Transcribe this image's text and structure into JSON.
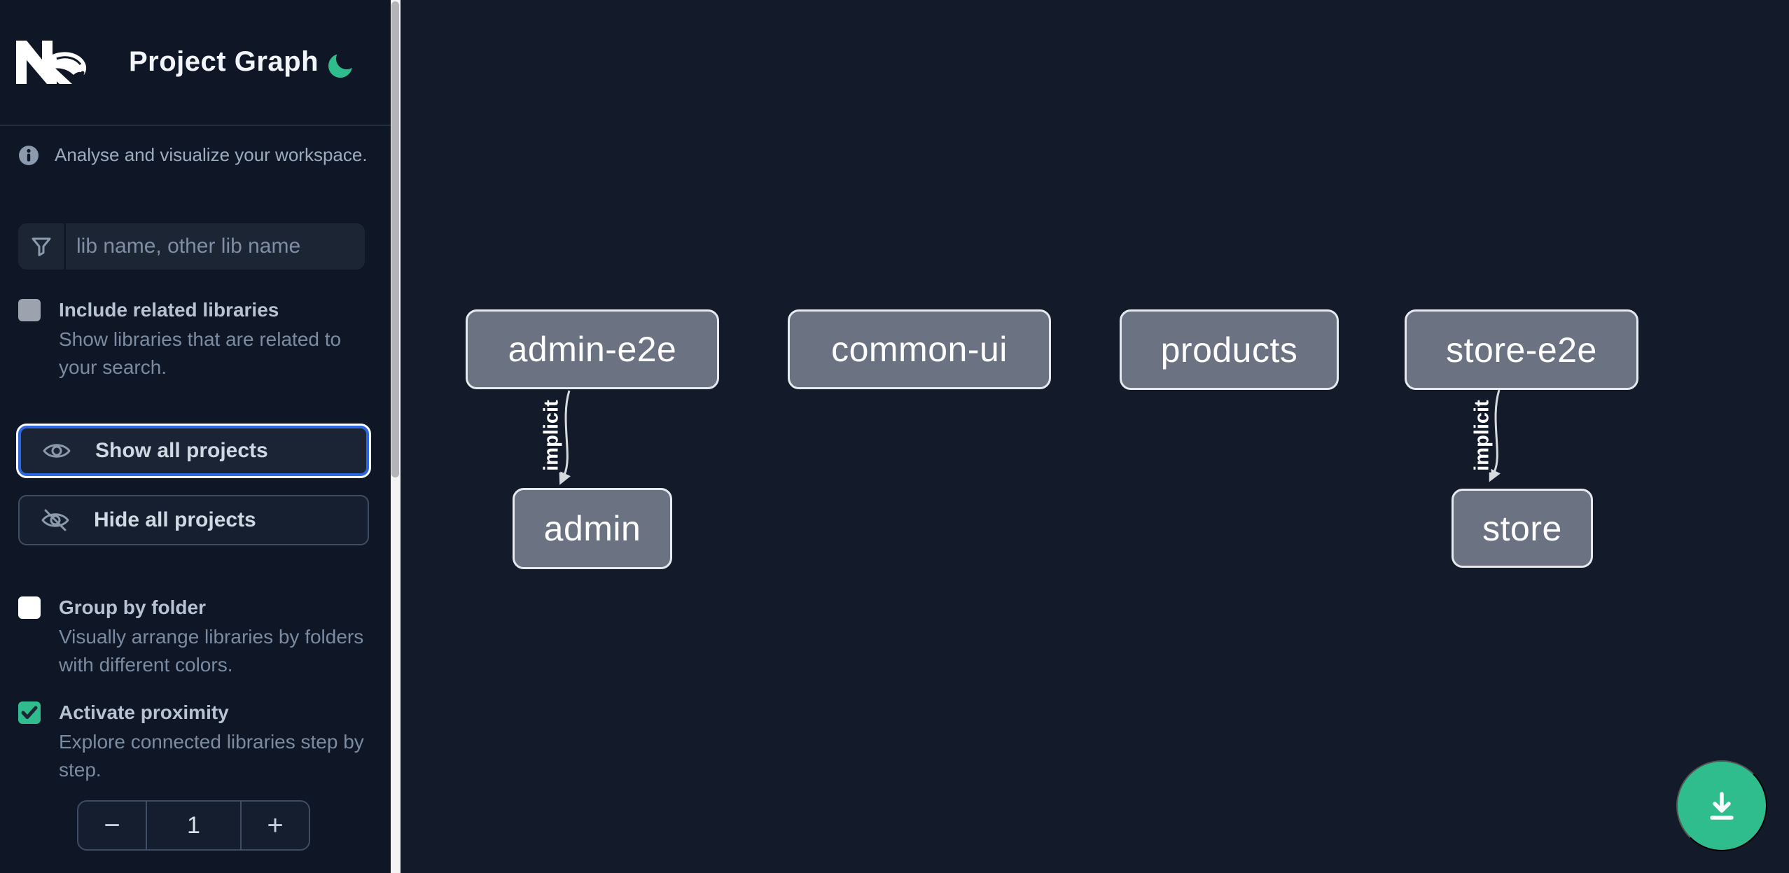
{
  "header": {
    "title": "Project Graph",
    "logo_icon": "nx-logo",
    "theme_icon": "moon-icon"
  },
  "sidebar": {
    "tagline": "Analyse and visualize your workspace.",
    "search": {
      "placeholder": "lib name, other lib name",
      "value": "",
      "icon": "filter-icon"
    },
    "options": [
      {
        "label": "Include related libraries",
        "description": "Show libraries that are related to your search.",
        "checked": false,
        "disabled": true
      },
      {
        "label": "Group by folder",
        "description": "Visually arrange libraries by folders with different colors.",
        "checked": false,
        "disabled": false
      },
      {
        "label": "Activate proximity",
        "description": "Explore connected libraries step by step.",
        "checked": true,
        "disabled": false
      }
    ],
    "buttons": {
      "show_all": "Show all projects",
      "hide_all": "Hide all projects",
      "show_all_icon": "eye-icon",
      "hide_all_icon": "eye-off-icon",
      "show_all_focused": true
    },
    "proximity_stepper": {
      "decrement": "−",
      "value": "1",
      "increment": "+"
    }
  },
  "canvas": {
    "nodes": [
      {
        "label": "admin-e2e"
      },
      {
        "label": "common-ui"
      },
      {
        "label": "products"
      },
      {
        "label": "store-e2e"
      },
      {
        "label": "admin"
      },
      {
        "label": "store"
      }
    ],
    "edges": [
      {
        "from": "admin-e2e",
        "to": "admin",
        "label": "implicit",
        "type": "implicit"
      },
      {
        "from": "store-e2e",
        "to": "store",
        "label": "implicit",
        "type": "implicit"
      }
    ]
  },
  "fab": {
    "icon": "download-icon"
  },
  "colors": {
    "accent_green": "#2fbd8e",
    "focus_ring_blue": "#2c67e0",
    "sidebar_bg": "#0f1727",
    "canvas_bg": "#131a2a",
    "node_fill": "#6b7383",
    "node_border": "#e6eaef",
    "edge": "#d6dade",
    "checkbox_checked": "#2fbd8e",
    "checkbox_disabled": "#9ca3af"
  }
}
